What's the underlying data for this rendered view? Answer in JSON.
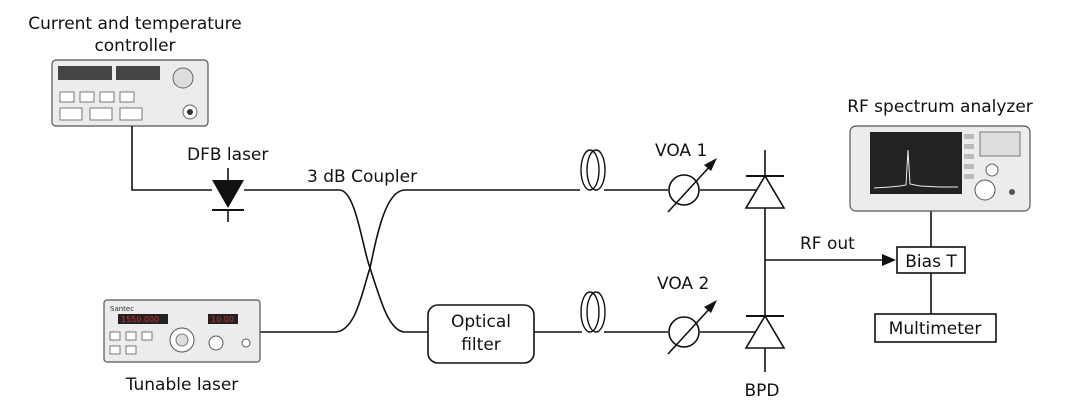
{
  "labels": {
    "controller": [
      "Current and temperature",
      "controller"
    ],
    "dfb_laser": "DFB laser",
    "coupler": "3 dB Coupler",
    "tunable_laser": "Tunable laser",
    "optical_filter": [
      "Optical",
      "filter"
    ],
    "voa1": "VOA  1",
    "voa2": "VOA 2",
    "bpd": "BPD",
    "rf_out": "RF out",
    "bias_t": "Bias T",
    "multimeter": "Multimeter",
    "rf_analyzer": "RF spectrum analyzer"
  },
  "device_text": {
    "tunable_brand": "Santec",
    "tunable_readout_1": "1550.000",
    "tunable_readout_2": "10.00"
  },
  "colors": {
    "line": "#111111",
    "device_body": "#ececec",
    "screen": "#222222",
    "readout": "#d32f2f"
  }
}
